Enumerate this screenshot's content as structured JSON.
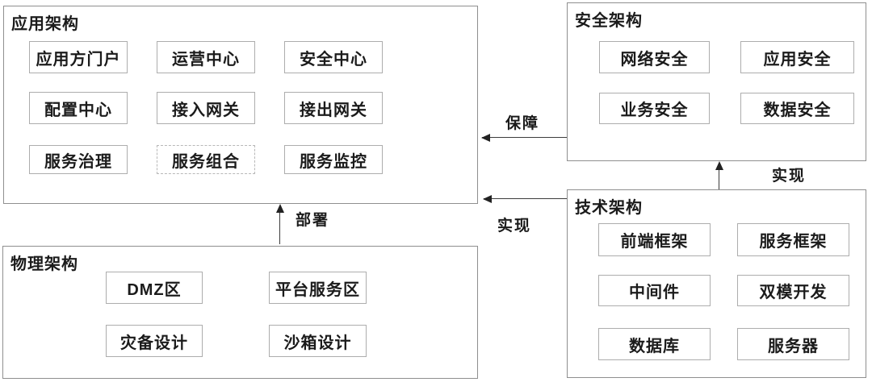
{
  "panels": {
    "application": {
      "title": "应用架构",
      "items": [
        "应用方门户",
        "运营中心",
        "安全中心",
        "配置中心",
        "接入网关",
        "接出网关",
        "服务治理",
        "服务组合",
        "服务监控"
      ]
    },
    "security": {
      "title": "安全架构",
      "items": [
        "网络安全",
        "应用安全",
        "业务安全",
        "数据安全"
      ]
    },
    "technology": {
      "title": "技术架构",
      "items": [
        "前端框架",
        "服务框架",
        "中间件",
        "双模开发",
        "数据库",
        "服务器"
      ]
    },
    "physical": {
      "title": "物理架构",
      "items": [
        "DMZ区",
        "平台服务区",
        "灾备设计",
        "沙箱设计"
      ]
    }
  },
  "arrows": {
    "guarantee": {
      "label": "保障",
      "from": "安全架构",
      "to": "应用架构",
      "direction": "left"
    },
    "realize_app": {
      "label": "实现",
      "from": "技术架构",
      "to": "应用架构",
      "direction": "left"
    },
    "realize_security": {
      "label": "实现",
      "from": "技术架构",
      "to": "安全架构",
      "direction": "up"
    },
    "deploy": {
      "label": "部署",
      "from": "物理架构",
      "to": "应用架构",
      "direction": "up"
    }
  },
  "colors": {
    "background": "#ffffff",
    "panel_border": "#8f8f8f",
    "item_border": "#adadad",
    "dashed_item_border": "#b8b8b8",
    "text": "#1b1b1b",
    "arrow": "#222222"
  }
}
